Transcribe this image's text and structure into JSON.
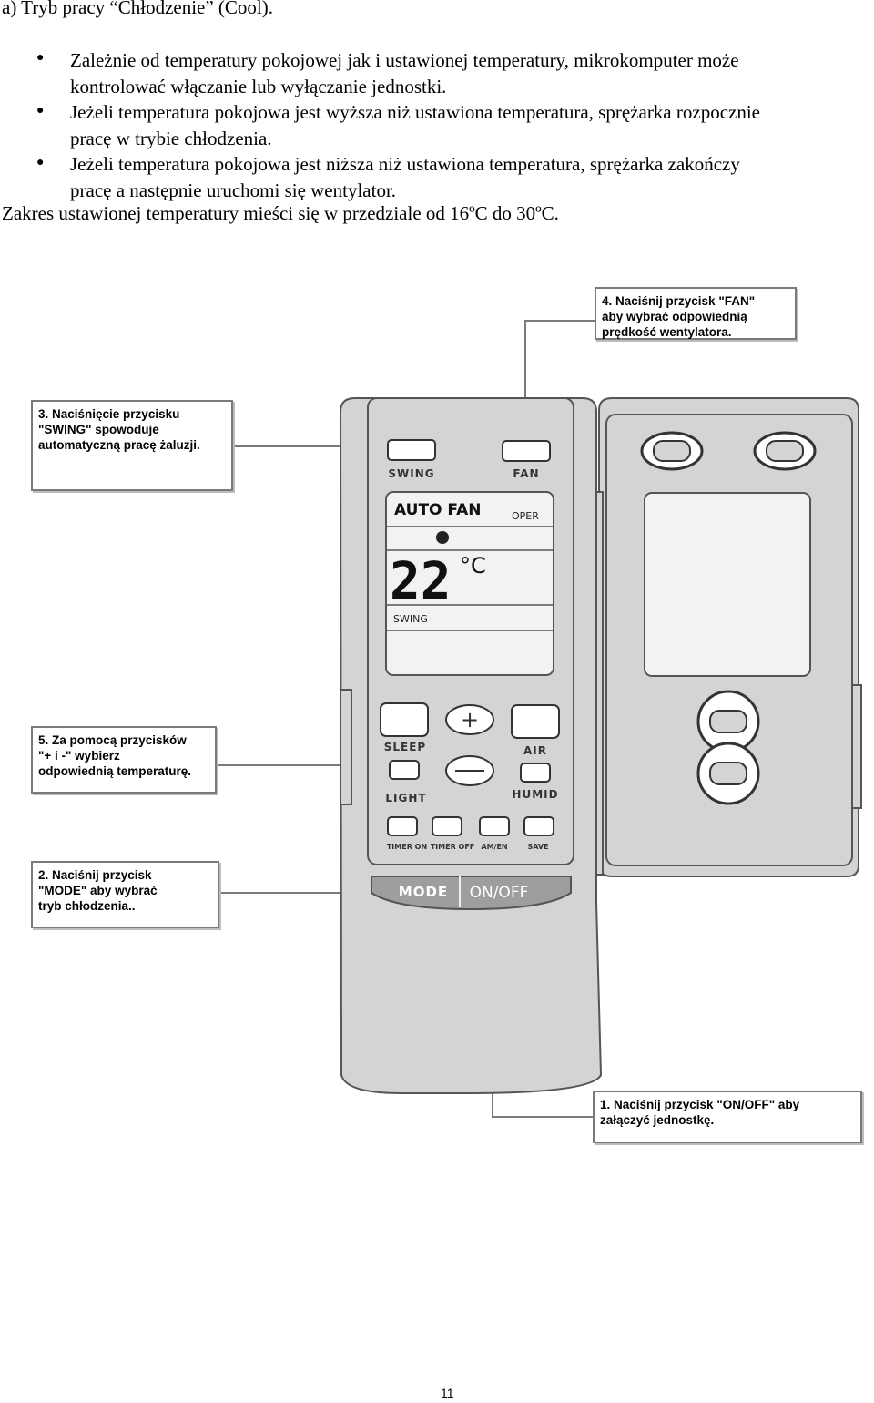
{
  "heading": "a) Tryb pracy “Chłodzenie” (Cool).",
  "bullets": [
    {
      "line1": "Zależnie od temperatury pokojowej jak i ustawionej temperatury, mikrokomputer może",
      "line2": "kontrolować włączanie lub wyłączanie jednostki."
    },
    {
      "line1": "Jeżeli temperatura pokojowa jest wyższa niż ustawiona temperatura, sprężarka rozpocznie",
      "line2": "pracę w trybie chłodzenia."
    },
    {
      "line1": "Jeżeli temperatura pokojowa jest niższa niż ustawiona temperatura, sprężarka zakończy",
      "line2": "pracę a następnie uruchomi się wentylator."
    }
  ],
  "range_text": "Zakres ustawionej temperatury mieści się w przedziale od 16ºC do 30ºC.",
  "callouts": {
    "fan": "4. Naciśnij przycisk \"FAN\"\naby wybrać odpowiednią\nprędkość wentylatora.",
    "swing": "3. Naciśnięcie przycisku\n\"SWING\" spowoduje\nautomatyczną pracę żaluzji.",
    "temp": "5. Za pomocą przycisków\n\"+ i -\" wybierz\nodpowiednią temperaturę.",
    "mode": "2. Naciśnij przycisk\n\"MODE\" aby wybrać\ntryb chłodzenia..",
    "onoff": "1. Naciśnij przycisk \"ON/OFF\" aby\nzałączyć jednostkę."
  },
  "remote": {
    "swing_label": "SWING",
    "fan_label": "FAN",
    "display_mode": "AUTO FAN",
    "display_oper": "OPER",
    "display_temp": "22",
    "display_unit": "°C",
    "display_swing": "SWING",
    "sleep_label": "SLEEP",
    "air_label": "AIR",
    "light_label": "LIGHT",
    "humid_label": "HUMID",
    "timer_on_label": "TIMER ON",
    "timer_off_label": "TIMER OFF",
    "amen_label": "AM/EN",
    "save_label": "SAVE",
    "mode_label": "MODE",
    "onoff_label": "ON/OFF"
  },
  "colors": {
    "remote_body": "#d4d4d4",
    "remote_outline": "#555555",
    "display": "#f2f2f2"
  },
  "page_number": "11"
}
